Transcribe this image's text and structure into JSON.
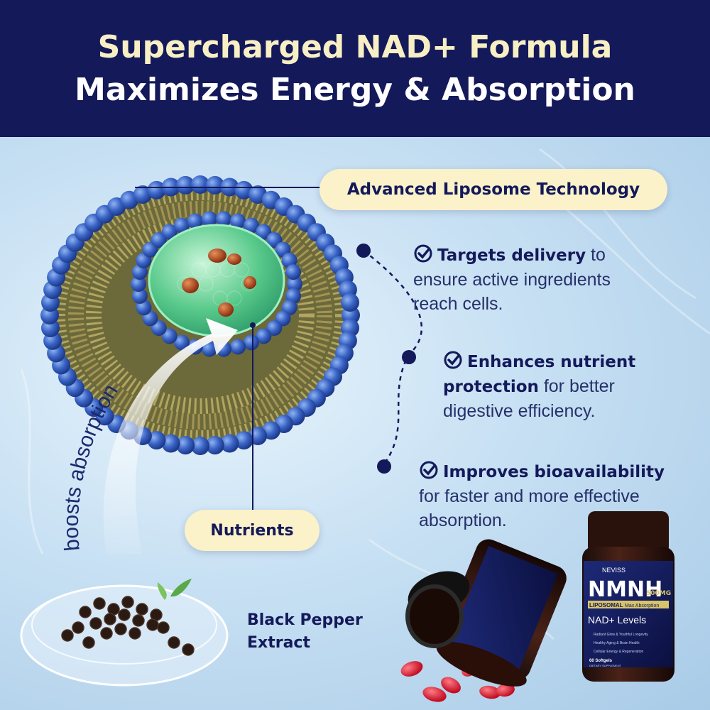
{
  "header": {
    "line1": "Supercharged NAD+ Formula",
    "line2": "Maximizes Energy & Absorption"
  },
  "labels": {
    "liposome_tech": "Advanced Liposome Technology",
    "nutrients": "Nutrients",
    "boosts": "boosts absorption",
    "pepper_line1": "Black Pepper",
    "pepper_line2": "Extract"
  },
  "benefits": [
    {
      "bold": "Targets delivery",
      "rest1": " to",
      "rest2": "ensure active ingredients",
      "rest3": "reach cells."
    },
    {
      "bold1": "Enhances nutrient",
      "bold2": "protection",
      "rest2": " for better",
      "rest3": "digestive efficiency."
    },
    {
      "bold": "Improves bioavailability",
      "rest2": "for faster and more effective",
      "rest3": "absorption."
    }
  ],
  "product": {
    "brand": "NEVISS",
    "name": "NMNH",
    "dose": "500MG",
    "liposomal": "LIPOSOMAL",
    "max_absorption": "Max Absorption",
    "nad_levels": "NAD+ Levels",
    "features": [
      "Radiant Glow & Youthful Longevity",
      "Healthy Aging & Brain Health",
      "Cellular Energy & Regeneration"
    ],
    "count": "60 Softgels",
    "supplement": "DIETARY SUPPLEMENT"
  },
  "colors": {
    "navy": "#14195a",
    "cream": "#fbf2c9",
    "bead_blue": "#3a64c6",
    "tail_olive": "#8a7d3a",
    "core_green": "#58c98a",
    "softgel_red": "#d6122a"
  }
}
